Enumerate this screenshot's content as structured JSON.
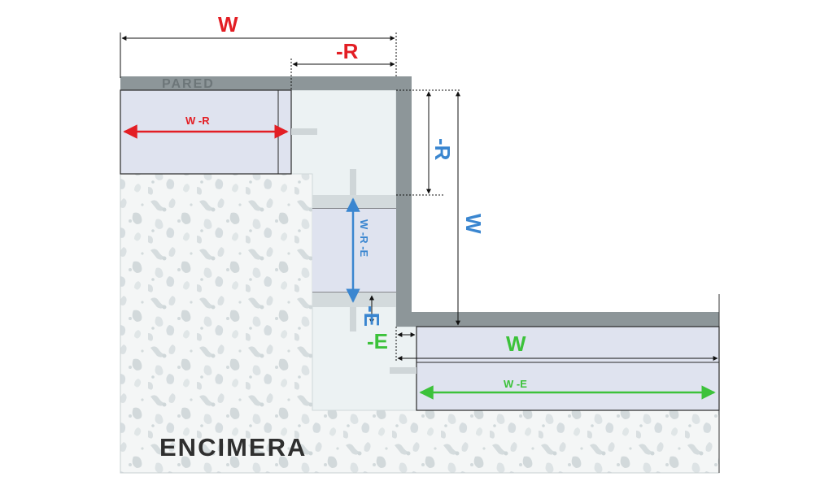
{
  "labels": {
    "wall": "PARED",
    "countertop": "ENCIMERA",
    "top_width": "W",
    "top_return": "-R",
    "top_inner": "W  -R",
    "side_return": "-R",
    "side_width": "W",
    "corner_unit": "W  -R  -E",
    "corner_gap_vertical": "-E",
    "corner_gap_horizontal": "-E",
    "bottom_width": "W",
    "bottom_inner": "W  -E"
  },
  "colors": {
    "red": "#e31e24",
    "blue": "#3a86d0",
    "green": "#3cc23a",
    "wall": "#8d9699",
    "cabinet": "#dfe3ef",
    "corner_area": "#ecf2f3",
    "counter_bg": "#f4f6f6",
    "counter_pattern": "#d8e0e2",
    "black": "#111111",
    "text_dark": "#2f2f2f"
  }
}
